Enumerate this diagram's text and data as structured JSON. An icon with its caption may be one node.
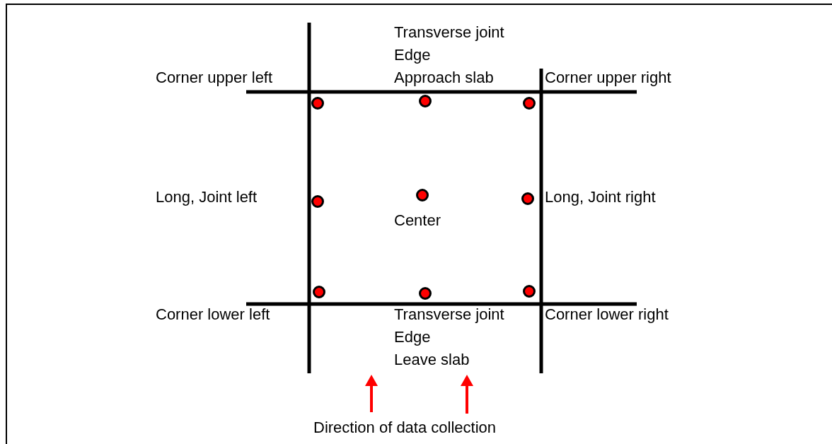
{
  "diagram": {
    "labels": [
      "Transverse joint",
      "Edge",
      "Approach slab",
      "Corner upper left",
      "Corner upper right",
      "Long, Joint left",
      "Long, Joint right",
      "Center",
      "Corner lower left",
      "Transverse joint",
      "Edge",
      "Leave slab",
      "Corner lower right",
      "Direction of data collection"
    ]
  }
}
